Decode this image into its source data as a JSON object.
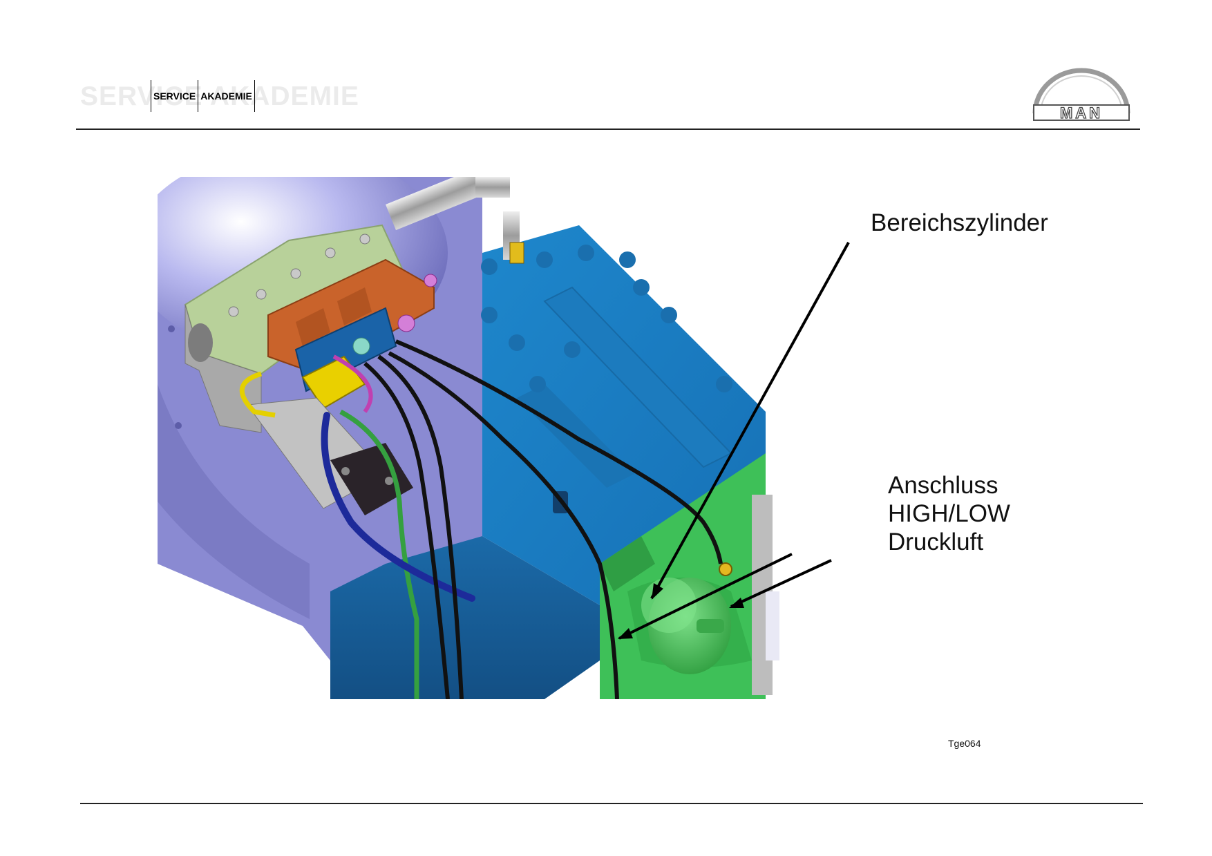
{
  "header": {
    "watermark_text": "SERVICE AKADEMIE",
    "box_words": [
      "SERVICE",
      "AKADEMIE"
    ],
    "logo_text": "MAN"
  },
  "figure": {
    "labels": {
      "bereichszylinder": "Bereichszylinder",
      "anschluss_lines": [
        "Anschluss",
        "HIGH/LOW",
        "Druckluft"
      ]
    },
    "code": "Tge064"
  },
  "colors": {
    "housing_blue": "#1f7fc4",
    "housing_purple": "#8f8fd6",
    "valve_block_green": "#b7d09a",
    "valve_orange": "#c9622a",
    "cylinder_green": "#46c95a",
    "fitting_yellow": "#e8d000",
    "hose_black": "#111111",
    "hose_green": "#3aaa4a",
    "hose_navy": "#1d2a9a"
  }
}
